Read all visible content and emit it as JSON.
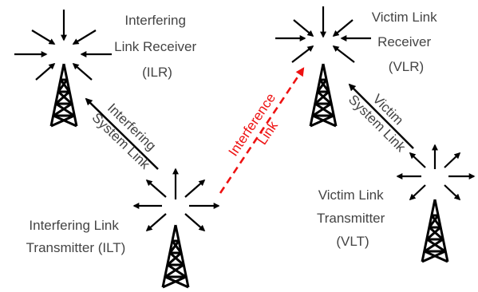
{
  "diagram": {
    "ilr_label": [
      "Interfering",
      "Link Receiver",
      "(ILR)"
    ],
    "vlr_label": [
      "Victim Link",
      "Receiver",
      "(VLR)"
    ],
    "ilt_label": [
      "Interfering Link",
      "Transmitter (ILT)"
    ],
    "vlt_label": [
      "Victim Link",
      "Transmitter",
      "(VLT)"
    ],
    "interfering_system_link": [
      "Interfering",
      "System Link"
    ],
    "victim_system_link": [
      "Victim",
      "System Link"
    ],
    "interference_link": [
      "Interference",
      "Link"
    ],
    "colors": {
      "text": "#444444",
      "interference": "#ee1111",
      "lines": "#000000"
    }
  }
}
